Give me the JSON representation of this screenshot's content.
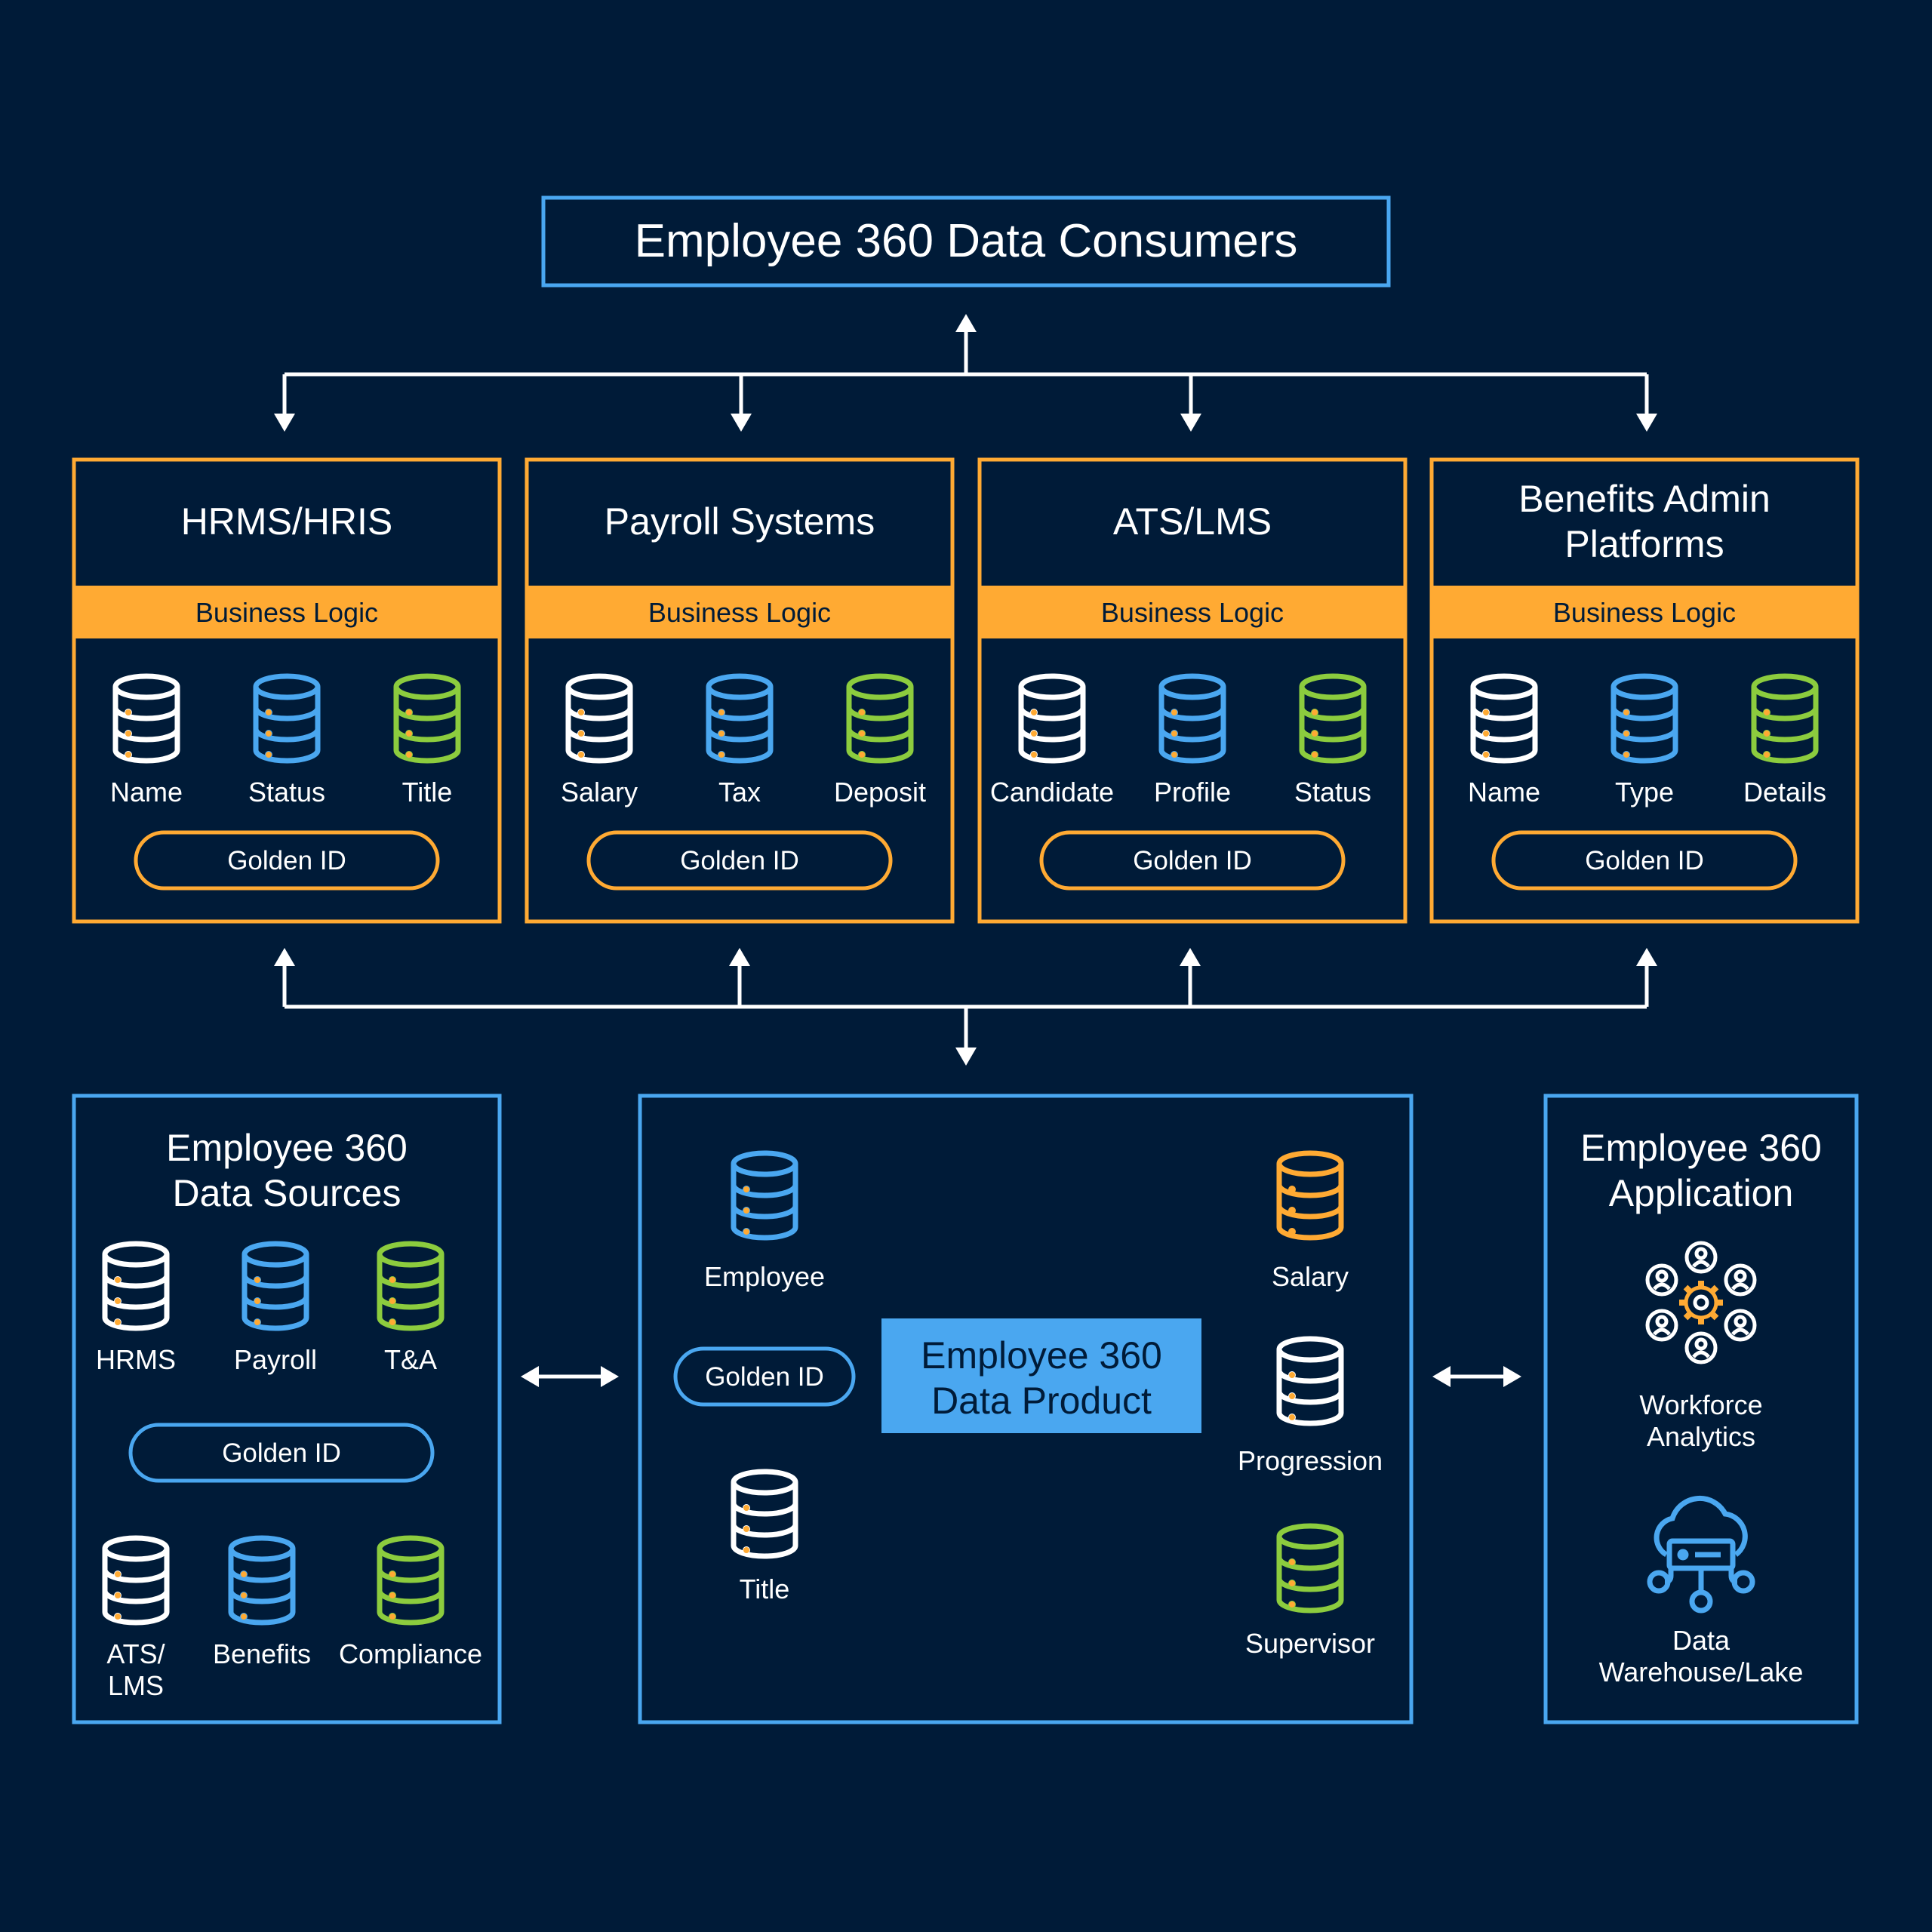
{
  "colors": {
    "background": "#001b38",
    "blue": "#4aa7f0",
    "orange": "#ffaa33",
    "green": "#8ccc3e",
    "white": "#ffffff",
    "dot": "#ffaa33",
    "dark_text": "#001b38"
  },
  "header": {
    "title": "Employee 360 Data Consumers"
  },
  "consumers": [
    {
      "title_lines": [
        "HRMS/HRIS"
      ],
      "band_label": "Business Logic",
      "dbs": [
        {
          "label": "Name",
          "color": "white"
        },
        {
          "label": "Status",
          "color": "blue"
        },
        {
          "label": "Title",
          "color": "green"
        }
      ],
      "golden_label": "Golden ID"
    },
    {
      "title_lines": [
        "Payroll Systems"
      ],
      "band_label": "Business Logic",
      "dbs": [
        {
          "label": "Salary",
          "color": "white"
        },
        {
          "label": "Tax",
          "color": "blue"
        },
        {
          "label": "Deposit",
          "color": "green"
        }
      ],
      "golden_label": "Golden ID"
    },
    {
      "title_lines": [
        "ATS/LMS"
      ],
      "band_label": "Business Logic",
      "dbs": [
        {
          "label": "Candidate",
          "color": "white"
        },
        {
          "label": "Profile",
          "color": "blue"
        },
        {
          "label": "Status",
          "color": "green"
        }
      ],
      "golden_label": "Golden ID"
    },
    {
      "title_lines": [
        "Benefits Admin",
        "Platforms"
      ],
      "band_label": "Business Logic",
      "dbs": [
        {
          "label": "Name",
          "color": "white"
        },
        {
          "label": "Type",
          "color": "blue"
        },
        {
          "label": "Details",
          "color": "green"
        }
      ],
      "golden_label": "Golden ID"
    }
  ],
  "sources": {
    "title_lines": [
      "Employee 360",
      "Data Sources"
    ],
    "row1": [
      {
        "label_lines": [
          "HRMS"
        ],
        "color": "white"
      },
      {
        "label_lines": [
          "Payroll"
        ],
        "color": "blue"
      },
      {
        "label_lines": [
          "T&A"
        ],
        "color": "green"
      }
    ],
    "golden_label": "Golden ID",
    "row2": [
      {
        "label_lines": [
          "ATS/",
          "LMS"
        ],
        "color": "white"
      },
      {
        "label_lines": [
          "Benefits"
        ],
        "color": "blue"
      },
      {
        "label_lines": [
          "Compliance"
        ],
        "color": "green"
      }
    ]
  },
  "product": {
    "title_lines": [
      "Employee 360",
      "Data Product"
    ],
    "golden_label": "Golden ID",
    "left_dbs": [
      {
        "label": "Employee",
        "color": "blue"
      },
      {
        "label": "Title",
        "color": "white"
      }
    ],
    "right_dbs": [
      {
        "label": "Salary",
        "color": "orange"
      },
      {
        "label": "Progression",
        "color": "white"
      },
      {
        "label": "Supervisor",
        "color": "green"
      }
    ]
  },
  "application": {
    "title_lines": [
      "Employee 360",
      "Application"
    ],
    "items": [
      {
        "label_lines": [
          "Workforce",
          "Analytics"
        ],
        "icon": "workforce-analytics-icon"
      },
      {
        "label_lines": [
          "Data",
          "Warehouse/Lake"
        ],
        "icon": "cloud-data-icon"
      }
    ]
  }
}
